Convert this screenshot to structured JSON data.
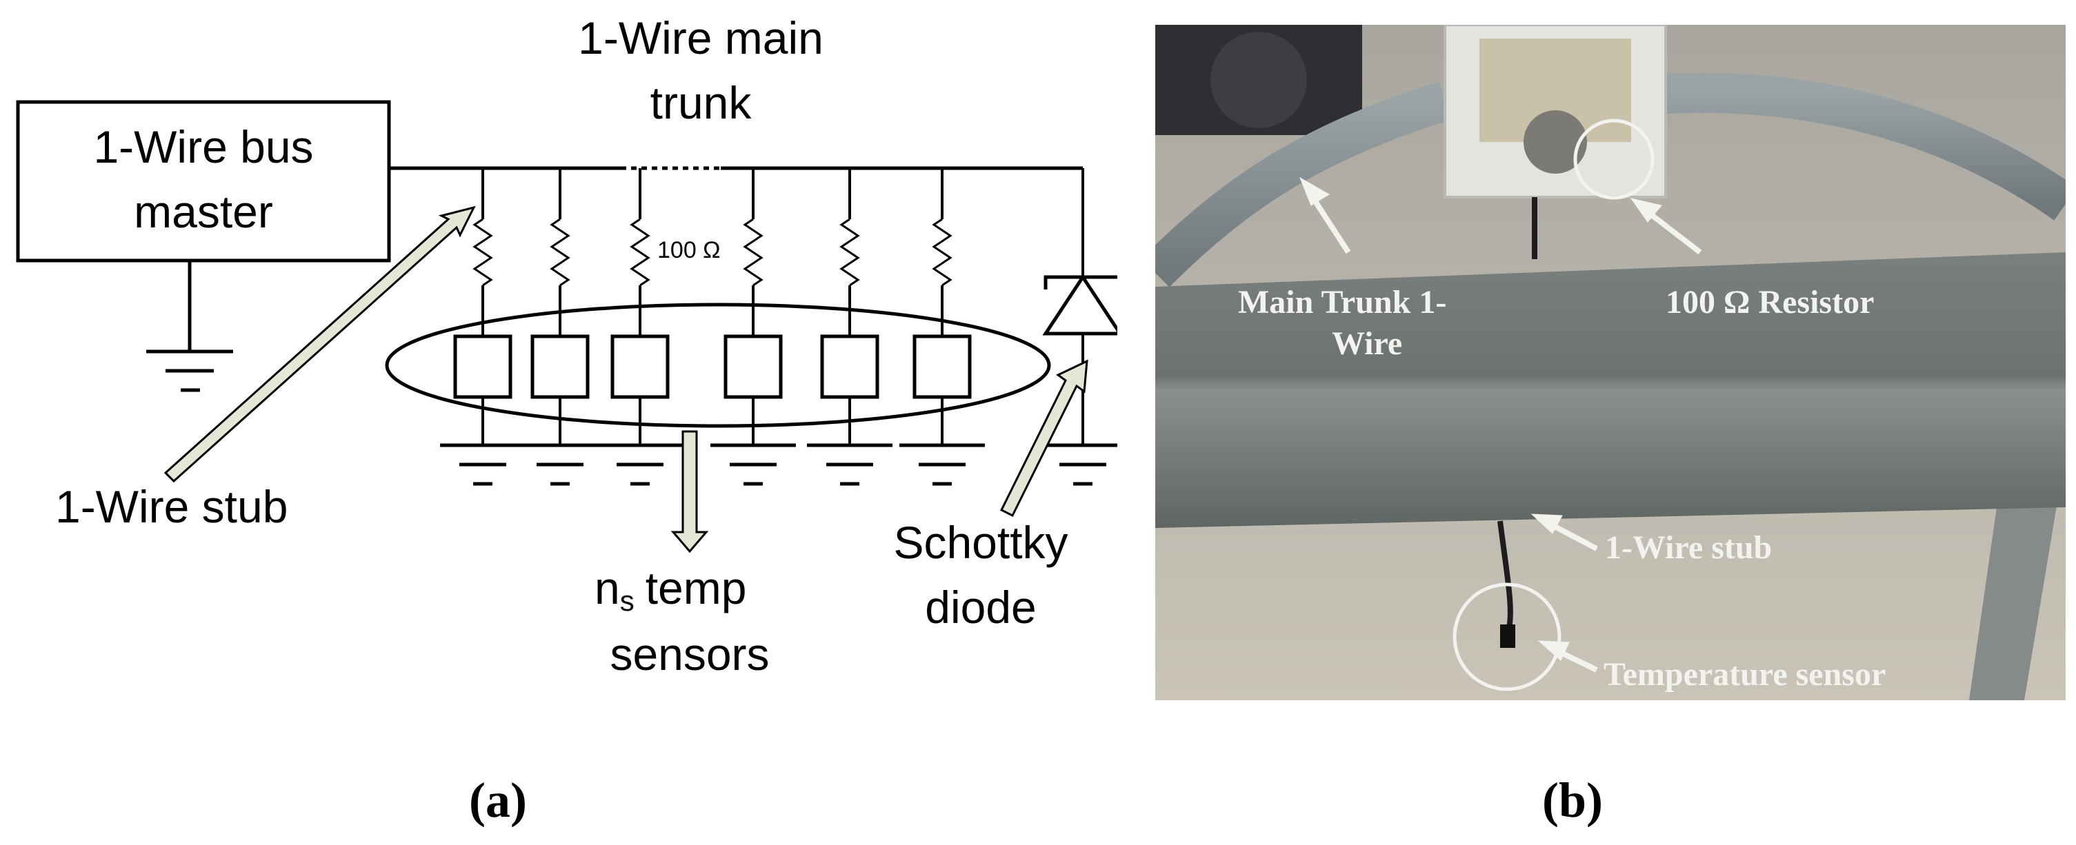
{
  "panel_a": {
    "bus_master": [
      "1-Wire bus",
      "master"
    ],
    "main_trunk": [
      "1-Wire main",
      "trunk"
    ],
    "resistor_value": "100 Ω",
    "stub_label": "1-Wire stub",
    "sensors_label": [
      "temp",
      "sensors"
    ],
    "sensors_count_symbol": "n",
    "sensors_count_subscript": "s",
    "diode_label": [
      "Schottky",
      "diode"
    ],
    "panel_label": "(a)"
  },
  "panel_b": {
    "main_trunk": [
      "Main Trunk 1-",
      "Wire"
    ],
    "resistor": "100 Ω Resistor",
    "stub": "1-Wire stub",
    "sensor": "Temperature sensor",
    "panel_label": "(b)"
  },
  "colors": {
    "arrow_fill": "#e3e8d5",
    "line": "#000000",
    "photo_label": "#f2f2ee"
  }
}
